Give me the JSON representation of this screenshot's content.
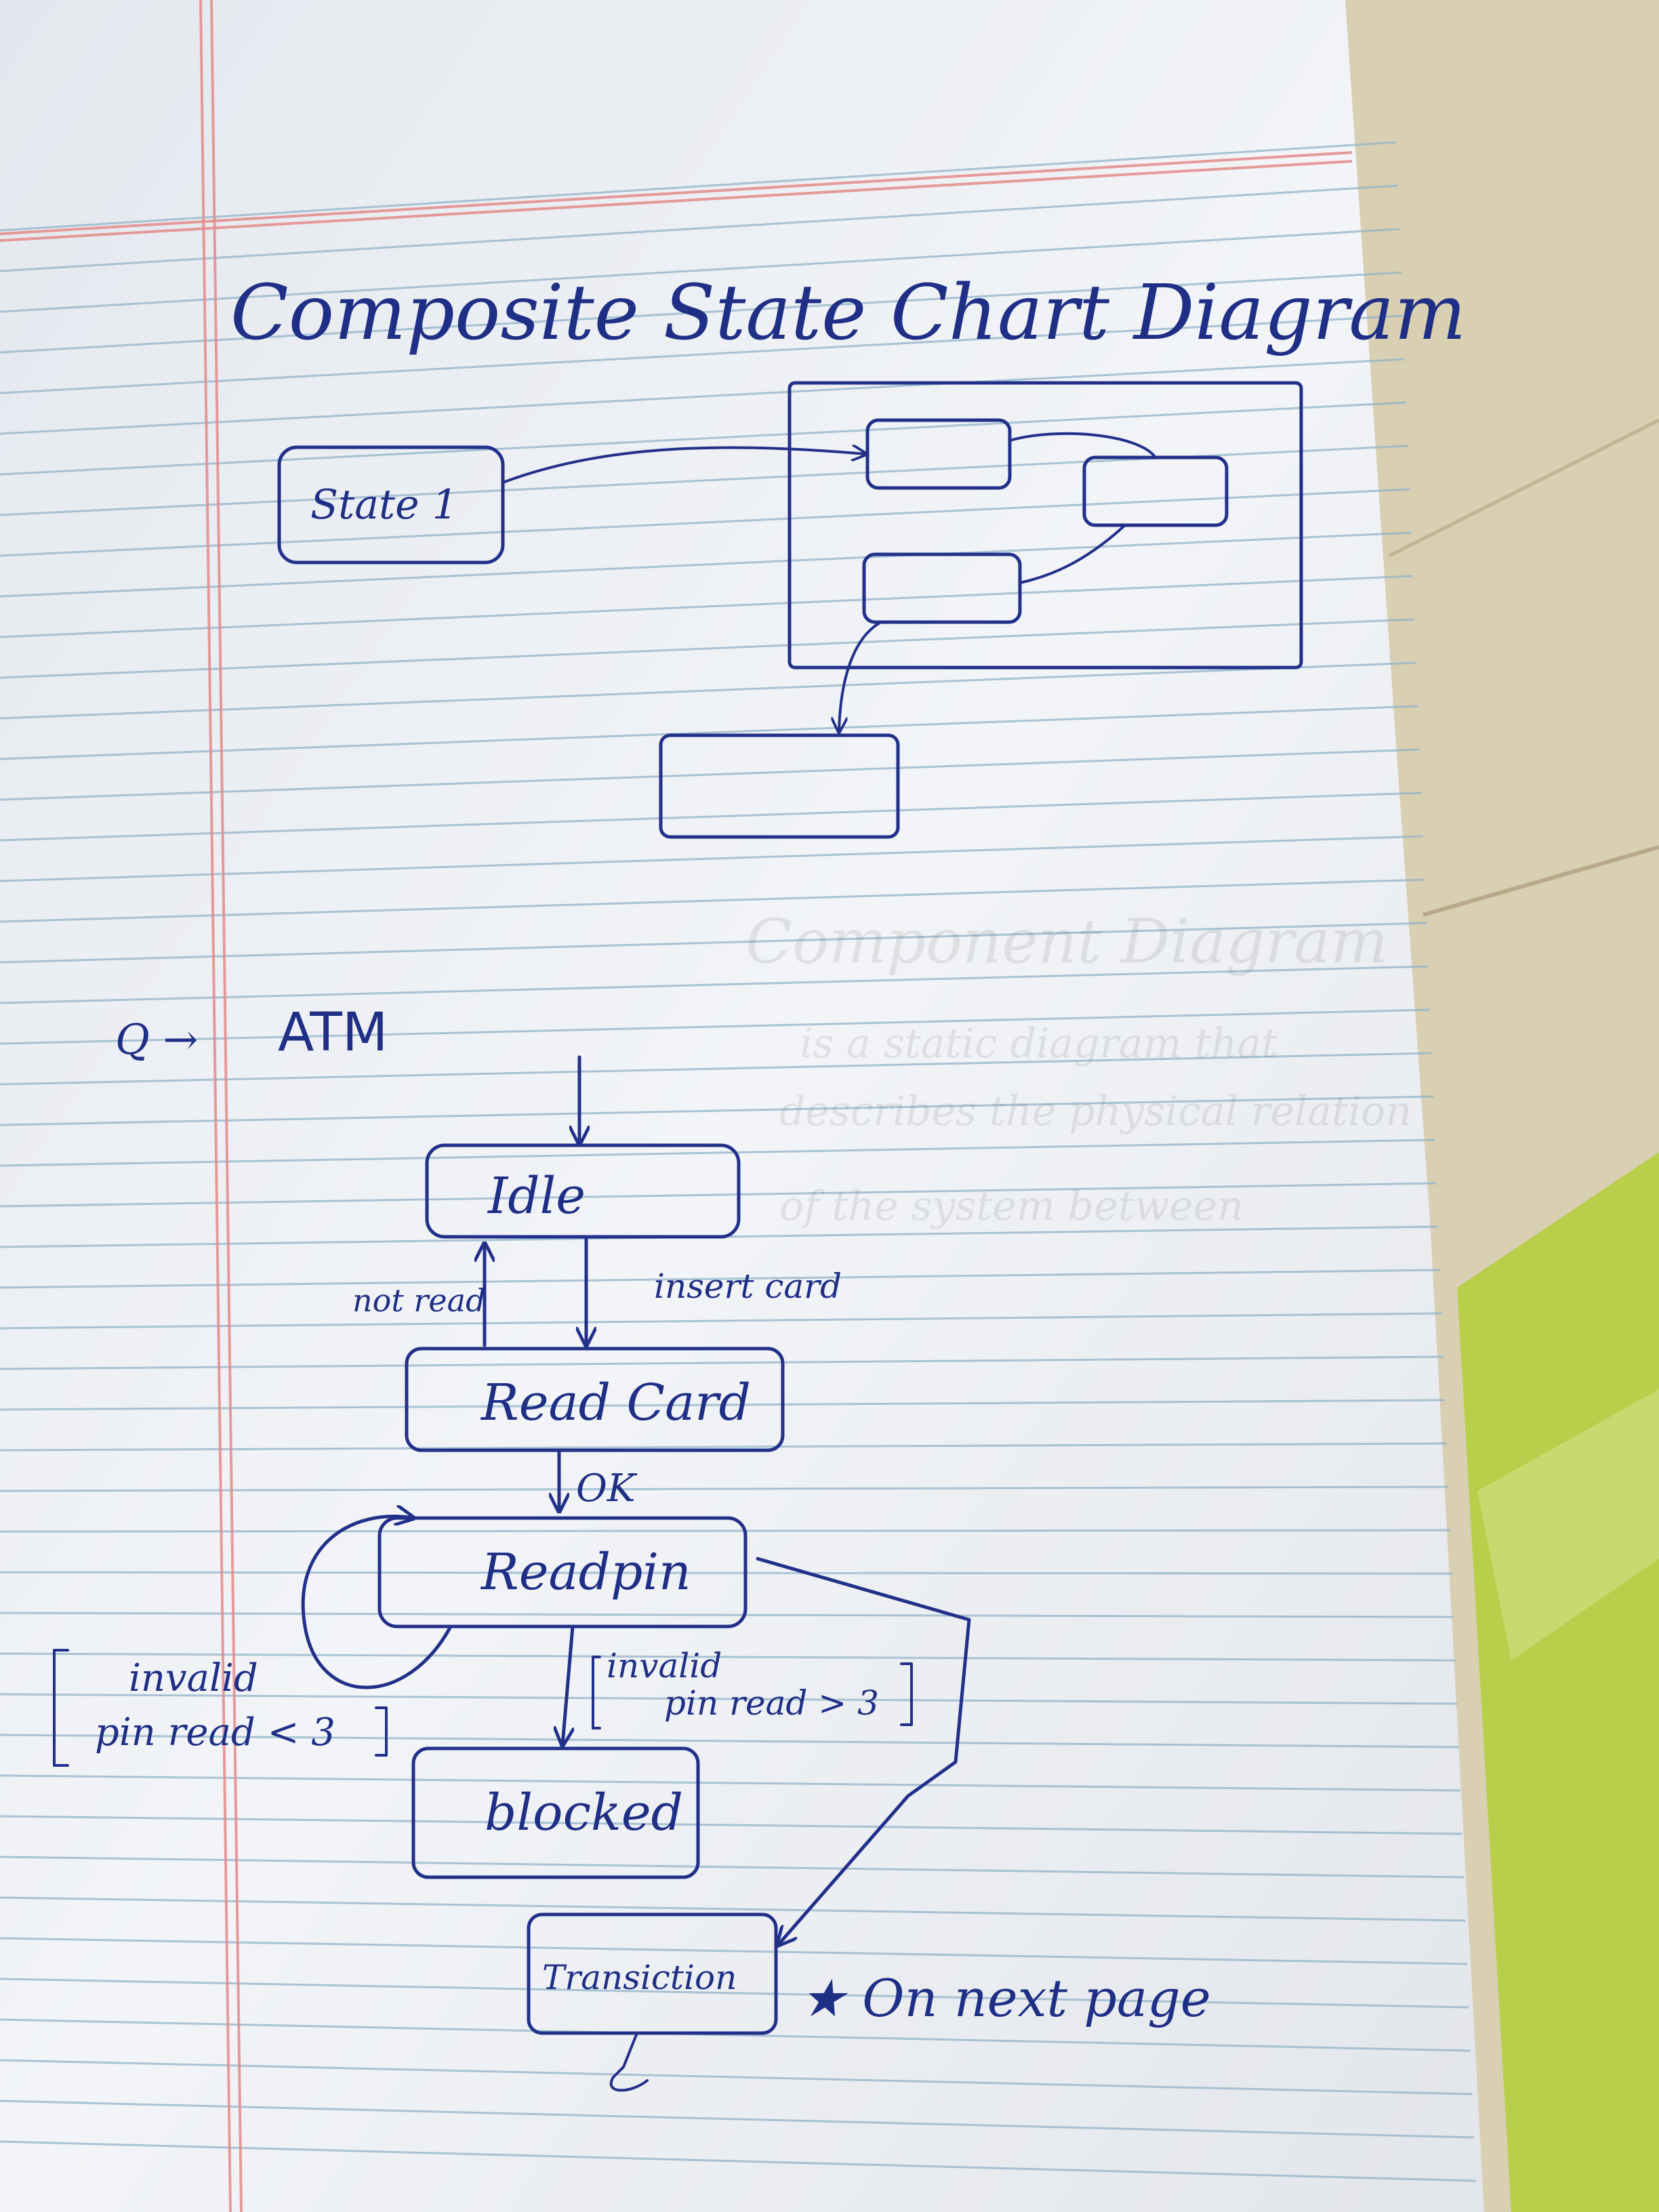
{
  "page": {
    "title": "Composite State Chart Diagram",
    "question_marker": "Q →",
    "question_subject": "ATM",
    "footnote": "★ On next page"
  },
  "composite_example": {
    "outer_state_label": "State 1"
  },
  "atm_statechart": {
    "states": {
      "idle": "Idle",
      "read_card": "Read Card",
      "read_pin": "Readpin",
      "blocked": "blocked",
      "transaction": "Transiction"
    },
    "transitions": {
      "insert_card": "insert card",
      "not_read": "not read",
      "ok": "OK",
      "invalid_pin_lt3_line1": "invalid",
      "invalid_pin_lt3_line2": "pin read < 3",
      "invalid_pin_gt3_line1": "invalid",
      "invalid_pin_gt3_line2": "pin read > 3"
    }
  },
  "colors": {
    "ink": "#22308a",
    "paper": "#f1f3f6",
    "rule_line": "#8fb3c9",
    "margin_line": "#e58a8a",
    "cloth_green": "#b7cf4a"
  }
}
